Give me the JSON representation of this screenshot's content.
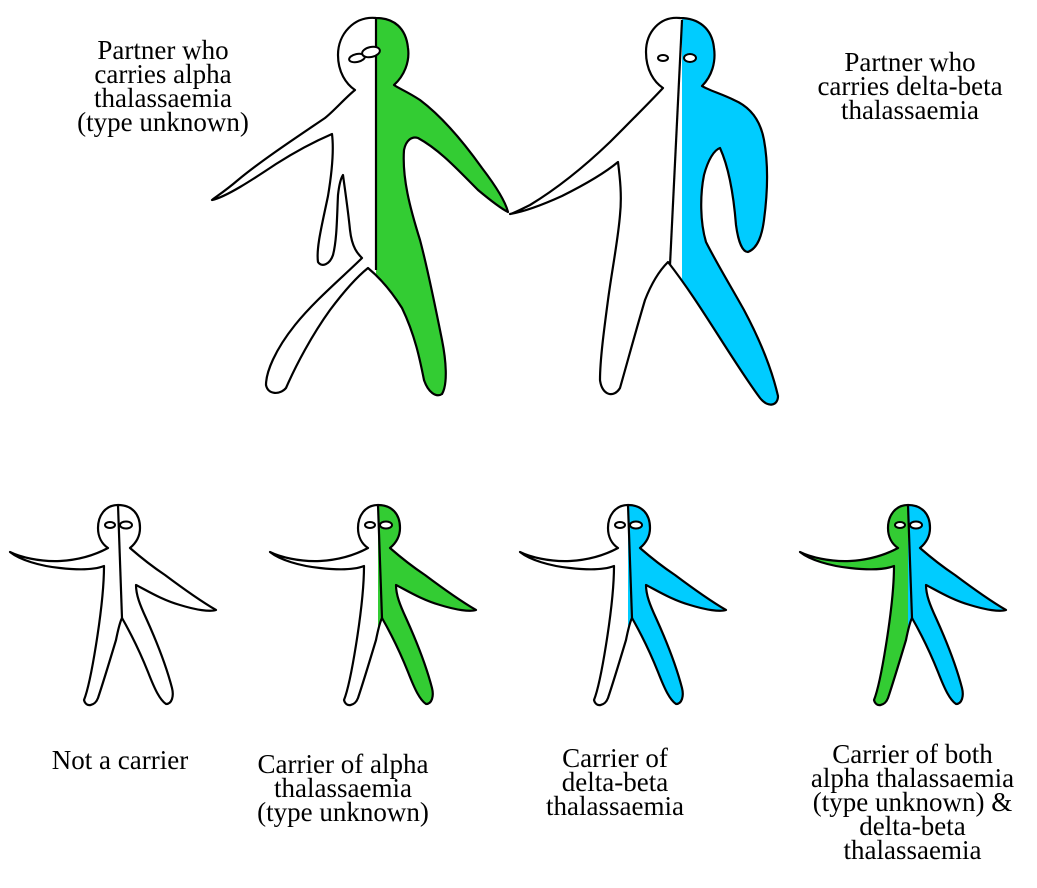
{
  "colors": {
    "alpha_carrier": "#33cc33",
    "delta_beta_carrier": "#00ccff",
    "non_carrier": "#ffffff",
    "outline": "#000000"
  },
  "parents": {
    "left": {
      "label": "Partner who\ncarries alpha\nthalassaemia\n(type unknown)",
      "left_half": "non_carrier",
      "right_half": "alpha_carrier"
    },
    "right": {
      "label": "Partner who\ncarries delta-beta\nthalassaemia",
      "left_half": "non_carrier",
      "right_half": "delta_beta_carrier"
    }
  },
  "children": [
    {
      "label": "Not a carrier",
      "left_half": "non_carrier",
      "right_half": "non_carrier"
    },
    {
      "label": "Carrier of alpha\nthalassaemia\n(type unknown)",
      "left_half": "non_carrier",
      "right_half": "alpha_carrier"
    },
    {
      "label": "Carrier of\ndelta-beta\nthalassaemia",
      "left_half": "non_carrier",
      "right_half": "delta_beta_carrier"
    },
    {
      "label": "Carrier of both\nalpha thalassaemia\n(type unknown) &\ndelta-beta\nthalassaemia",
      "left_half": "alpha_carrier",
      "right_half": "delta_beta_carrier"
    }
  ]
}
